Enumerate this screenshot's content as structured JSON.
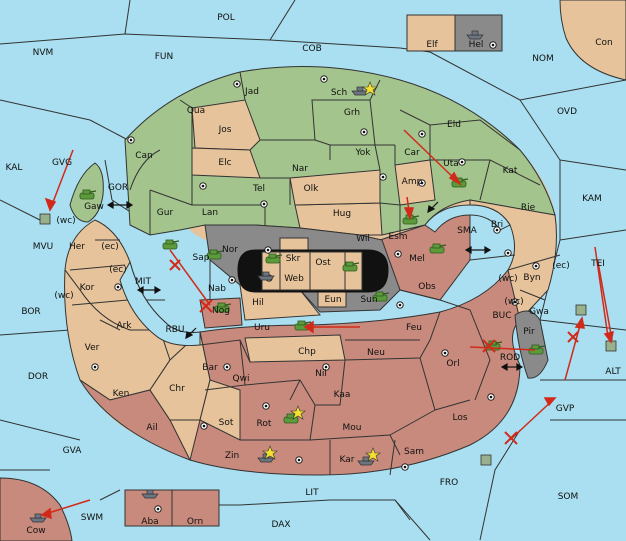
{
  "map": {
    "colors": {
      "sea": "#a9dff0",
      "green": "#a3c48d",
      "tan": "#e6c39a",
      "red": "#c78a7c",
      "gray": "#8a8a8a",
      "border": "#333333",
      "move_arrow": "#d22a1a"
    },
    "sea_labels": {
      "pol": "POL",
      "cob": "COB",
      "fun": "FUN",
      "nvm": "NVM",
      "nom": "NOM",
      "ovd": "OVD",
      "kal": "KAL",
      "gvg": "GVG",
      "gor": "GOR",
      "mvu": "MVU",
      "kam": "KAM",
      "sma": "SMA",
      "tei": "TEI",
      "bor": "BOR",
      "mit": "MIT",
      "rbu": "RBU",
      "buc": "BUC",
      "rod": "ROD",
      "alt": "ALT",
      "dor": "DOR",
      "gvp": "GVP",
      "gva": "GVA",
      "fro": "FRO",
      "som": "SOM",
      "swm": "SWM",
      "lit": "LIT",
      "dax": "DAX"
    },
    "land_labels": {
      "elf": "Elf",
      "hel": "Hel",
      "con": "Con",
      "jad": "Jad",
      "sch": "Sch",
      "qua": "Qua",
      "jos": "Jos",
      "grh": "Grh",
      "eld": "Eld",
      "can": "Can",
      "elc": "Elc",
      "nar": "Nar",
      "yok": "Yok",
      "car": "Car",
      "uta": "Uta",
      "kat": "Kat",
      "tel": "Tel",
      "olk": "Olk",
      "amp": "Amp",
      "gaw": "Gaw",
      "gur": "Gur",
      "lan": "Lan",
      "hug": "Hug",
      "rie": "Rie",
      "bri": "Bri",
      "nor": "Nor",
      "skr": "Skr",
      "ost": "Ost",
      "wil": "Wil",
      "esm": "Esm",
      "her": "Her",
      "sap": "Sap",
      "web": "Web",
      "mel": "Mel",
      "byn": "Byn",
      "kor": "Kor",
      "nab": "Nab",
      "eun": "Eun",
      "sun": "Sun",
      "obs": "Obs",
      "gwa": "Gwa",
      "hil": "Hil",
      "nog": "Nog",
      "ark": "Ark",
      "uru": "Uru",
      "feu": "Feu",
      "pir": "Pir",
      "ver": "Ver",
      "chp": "Chp",
      "neu": "Neu",
      "orl": "Orl",
      "bar": "Bar",
      "qwi": "Qwi",
      "nil": "Nil",
      "ken": "Ken",
      "chr": "Chr",
      "kaa": "Kaa",
      "los": "Los",
      "sot": "Sot",
      "rot": "Rot",
      "mou": "Mou",
      "ail": "Ail",
      "zin": "Zin",
      "kar": "Kar",
      "sam": "Sam",
      "cow": "Cow",
      "aba": "Aba",
      "orn": "Orn"
    },
    "coast_labels": {
      "gvg_wc": "(wc)",
      "her_ec": "(ec)",
      "kor_ec": "(ec)",
      "kor_wc": "(wc)",
      "byn_wc": "(wc)",
      "byn_ec": "(ec)",
      "gwa_wc": "(wc)"
    }
  }
}
